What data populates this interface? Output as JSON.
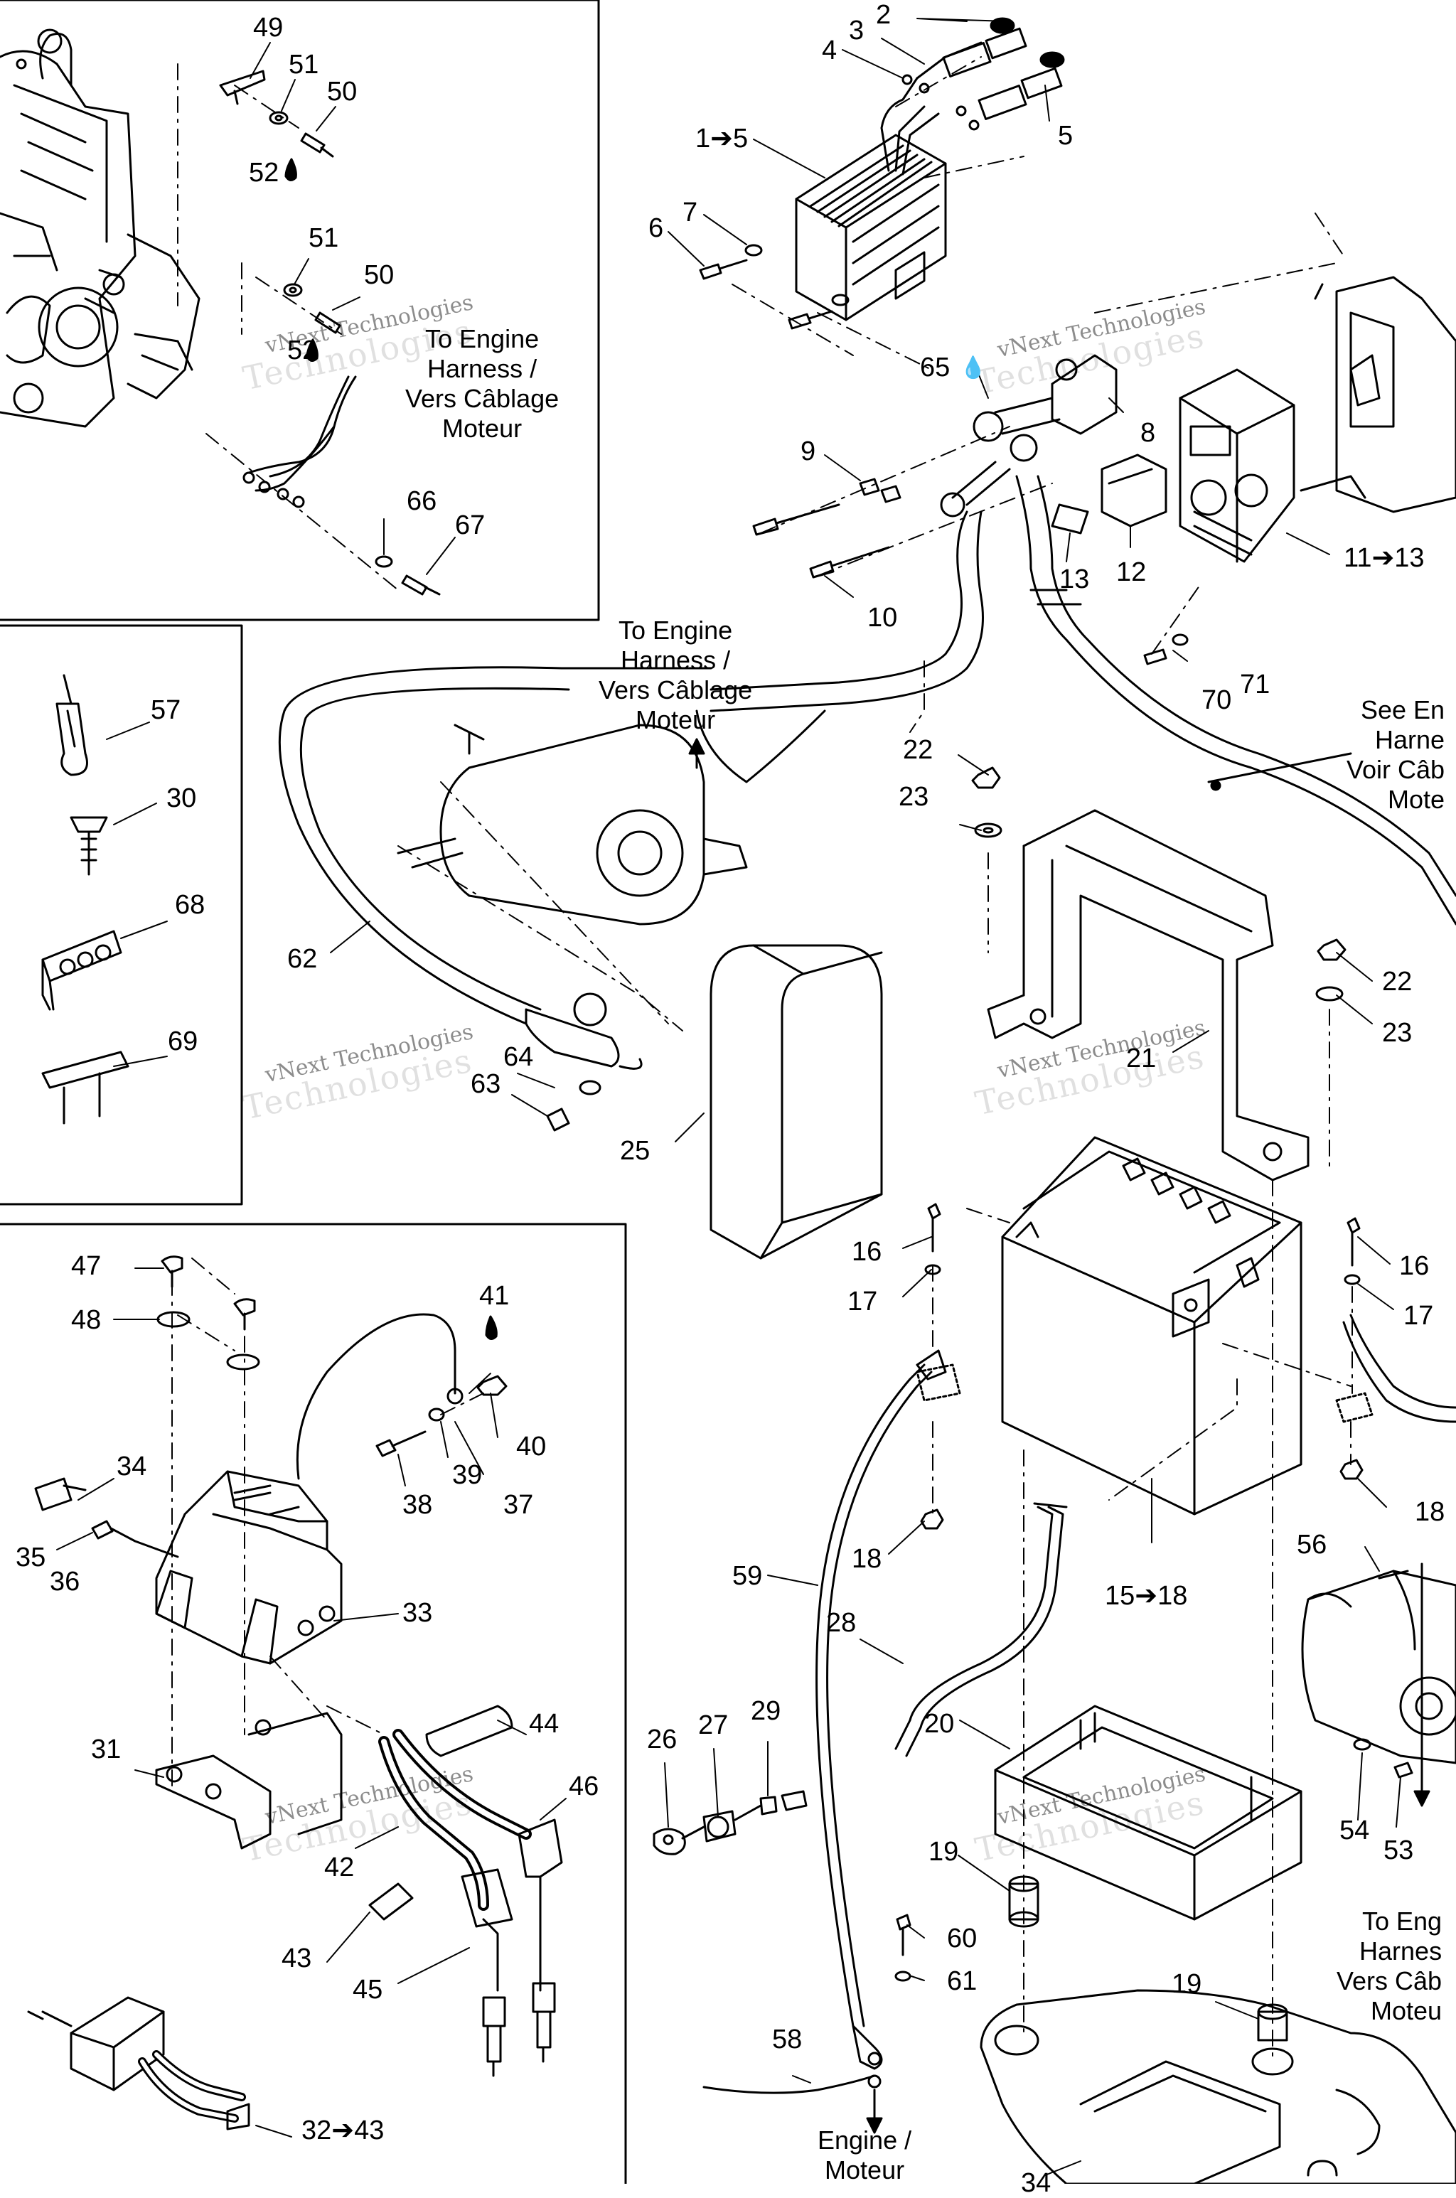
{
  "labels": {
    "l49": "49",
    "l51a": "51",
    "l50a": "50",
    "l52a": "52",
    "l51b": "51",
    "l50b": "50",
    "l52b": "52",
    "l66": "66",
    "l67": "67",
    "l2": "2",
    "l3": "3",
    "l4": "4",
    "l1_5": "1➔5",
    "l5": "5",
    "l6": "6",
    "l7": "7",
    "l65": "65",
    "l8": "8",
    "l9": "9",
    "l13": "13",
    "l12": "12",
    "l11_13": "11➔13",
    "l10": "10",
    "l70": "70",
    "l71": "71",
    "l57": "57",
    "l30": "30",
    "l68": "68",
    "l69": "69",
    "l22a": "22",
    "l23a": "23",
    "l22b": "22",
    "l23b": "23",
    "l21": "21",
    "l62": "62",
    "l64": "64",
    "l63": "63",
    "l25": "25",
    "l16a": "16",
    "l17a": "17",
    "l16b": "16",
    "l17b": "17",
    "l18a": "18",
    "l18b": "18",
    "l15_18": "15➔18",
    "l47": "47",
    "l48": "48",
    "l41": "41",
    "l40": "40",
    "l39": "39",
    "l37": "37",
    "l38": "38",
    "l34": "34",
    "l35": "35",
    "l36": "36",
    "l33": "33",
    "l59": "59",
    "l28": "28",
    "l56": "56",
    "l31": "31",
    "l44": "44",
    "l46": "46",
    "l42": "42",
    "l43": "43",
    "l45": "45",
    "l26": "26",
    "l27": "27",
    "l29": "29",
    "l20": "20",
    "l19a": "19",
    "l19b": "19",
    "l60": "60",
    "l61": "61",
    "l54": "54",
    "l53": "53",
    "l58": "58",
    "l32_43": "32➔43",
    "l34b": "34"
  },
  "notes": {
    "engine_harness_1": [
      "To Engine",
      "Harness /",
      "Vers Câblage",
      "Moteur"
    ],
    "engine_harness_2": [
      "To Engine",
      "Harness /",
      "Vers Câblage",
      "Moteur"
    ],
    "see_engine": [
      "See En",
      "Harne",
      "Voir Câb",
      "Mote"
    ],
    "engine_harness_3": [
      "To Eng",
      "Harnes",
      "Vers Câb",
      "Moteu"
    ],
    "engine_moteur": [
      "Engine /",
      "Moteur"
    ]
  },
  "watermark": {
    "line1": "vNext Technologies",
    "line2": "Technologies"
  },
  "colors": {
    "ink": "#000000",
    "paper": "#ffffff"
  }
}
